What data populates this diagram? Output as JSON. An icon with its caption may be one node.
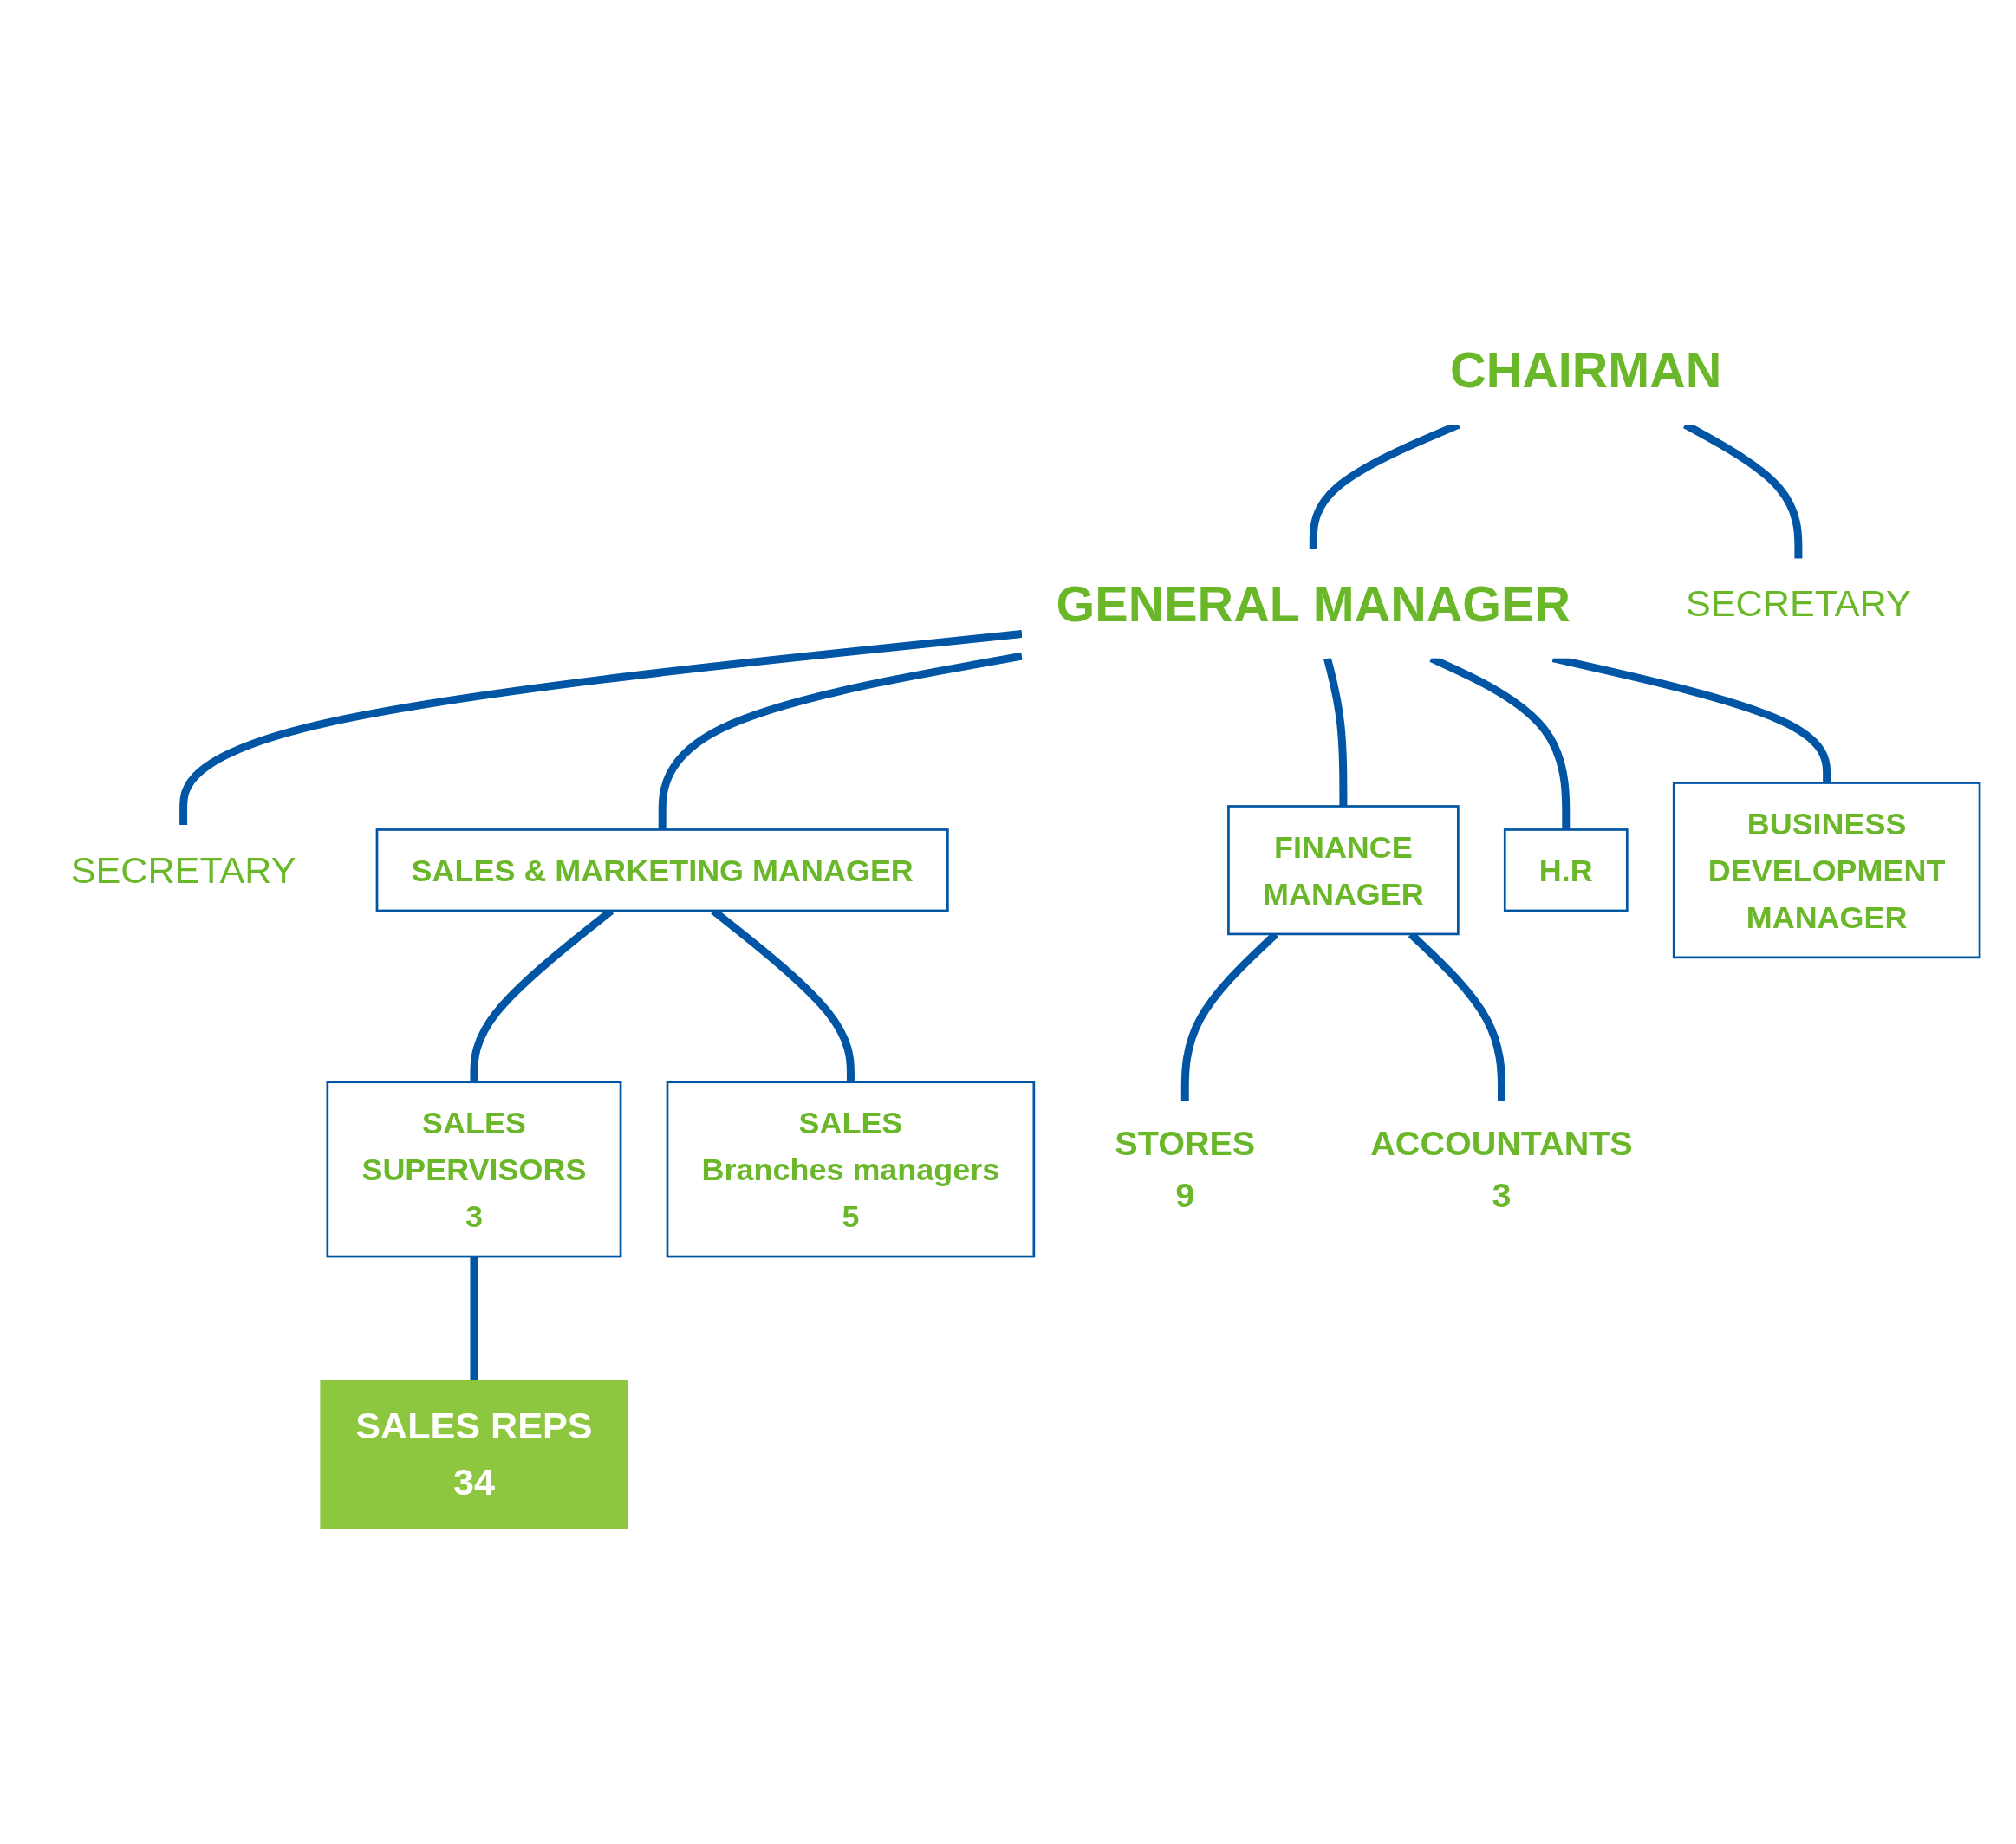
{
  "diagram": {
    "nodes": [
      {
        "text": [
          "CHAIRMAN"
        ]
      },
      {
        "text": [
          "SECRETARY"
        ]
      },
      {
        "text": [
          "GENERAL MANAGER"
        ]
      },
      {
        "text": [
          "SECRETARY"
        ]
      },
      {
        "text": [
          "SALES & MARKETING MANAGER"
        ]
      },
      {
        "text": [
          "FINANCE",
          "MANAGER"
        ]
      },
      {
        "text": [
          "H.R"
        ]
      },
      {
        "text": [
          "BUSINESS",
          "DEVELOPMENT",
          "MANAGER"
        ]
      },
      {
        "text": [
          "SALES",
          "SUPERVISORS",
          "3"
        ]
      },
      {
        "text": [
          "SALES",
          "Branches managers",
          "5"
        ]
      },
      {
        "text": [
          "STORES",
          "9"
        ]
      },
      {
        "text": [
          "ACCOUNTANTS",
          "3"
        ]
      },
      {
        "text": [
          "SALES REPS",
          "34"
        ]
      }
    ],
    "edges": [
      {
        "from": 0,
        "to": 2,
        "arrow": "none"
      },
      {
        "from": 0,
        "to": 1,
        "arrow": "none"
      },
      {
        "from": 2,
        "to": 3,
        "arrow": "none"
      },
      {
        "from": 2,
        "to": 4,
        "arrow": "none"
      },
      {
        "from": 2,
        "to": 5,
        "arrow": "none"
      },
      {
        "from": 2,
        "to": 6,
        "arrow": "none"
      },
      {
        "from": 2,
        "to": 7,
        "arrow": "none"
      },
      {
        "from": 4,
        "to": 8,
        "arrow": "none"
      },
      {
        "from": 4,
        "to": 9,
        "arrow": "none"
      },
      {
        "from": 8,
        "to": 12,
        "arrow": "none"
      },
      {
        "from": 5,
        "to": 10,
        "arrow": "none"
      },
      {
        "from": 5,
        "to": 11,
        "arrow": "none"
      }
    ]
  }
}
